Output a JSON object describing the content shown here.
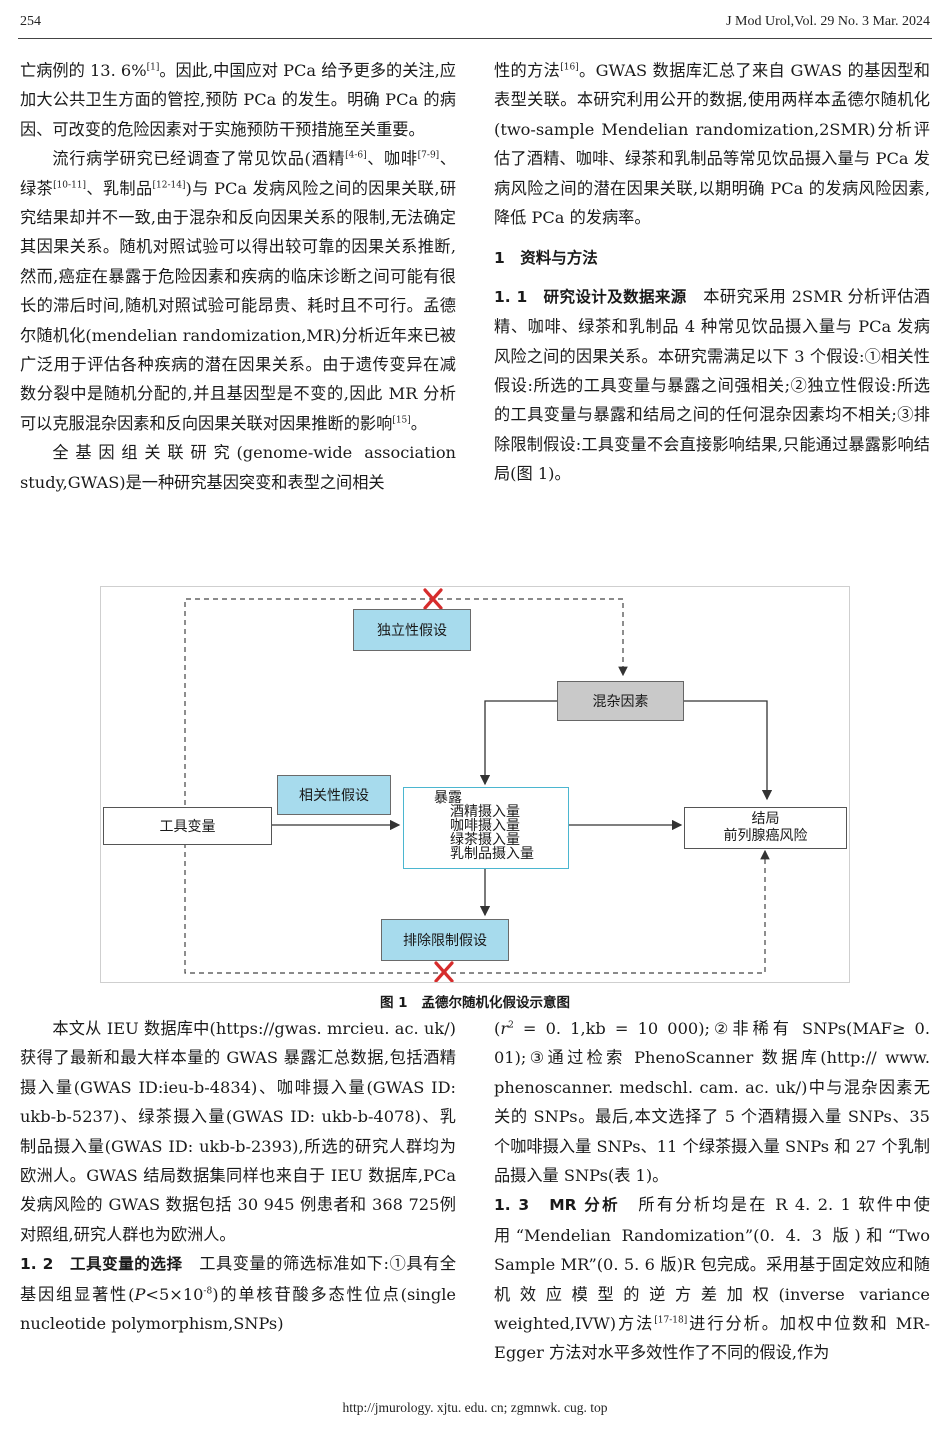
{
  "header": {
    "page_number": "254",
    "journal": "J Mod Urol,Vol. 29 No. 3 Mar. 2024"
  },
  "col1": {
    "p1": "亡病例的 13. 6%",
    "p1_ref": "[1]",
    "p1_b": "。因此,中国应对 PCa 给予更多的关注,应加大公共卫生方面的管控,预防 PCa 的发生。明确 PCa 的病因、可改变的危险因素对于实施预防干预措施至关重要。",
    "p2_a": "流行病学研究已经调查了常见饮品(酒精",
    "p2_r1": "[4-6]",
    "p2_b": "、咖啡",
    "p2_r2": "[7-9]",
    "p2_c": "、绿茶",
    "p2_r3": "[10-11]",
    "p2_d": "、乳制品",
    "p2_r4": "[12-14]",
    "p2_e": ")与 PCa 发病风险之间的因果关联,研究结果却并不一致,由于混杂和反向因果关系的限制,无法确定其因果关系。随机对照试验可以得出较可靠的因果关系推断,然而,癌症在暴露于危险因素和疾病的临床诊断之间可能有很长的滞后时间,随机对照试验可能昂贵、耗时且不可行。孟德尔随机化(mendelian randomization,MR)分析近年来已被广泛用于评估各种疾病的潜在因果关系。由于遗传变异在减数分裂中是随机分配的,并且基因型是不变的,因此 MR 分析可以克服混杂因素和反向因果关联对因果推断的影响",
    "p2_r5": "[15]",
    "p2_f": "。",
    "p3": "全基因组关联研究(genome-wide association study,GWAS)是一种研究基因突变和表型之间相关"
  },
  "col2": {
    "p1_a": "性的方法",
    "p1_ref": "[16]",
    "p1_b": "。GWAS 数据库汇总了来自 GWAS 的基因型和表型关联。本研究利用公开的数据,使用两样本孟德尔随机化(two-sample Mendelian randomization,2SMR)分析评估了酒精、咖啡、绿茶和乳制品等常见饮品摄入量与 PCa 发病风险之间的潜在因果关联,以期明确 PCa 的发病风险因素,降低 PCa 的发病率。",
    "section1": "1　资料与方法",
    "s11_title": "1. 1　研究设计及数据来源",
    "s11_text": "本研究采用 2SMR 分析评估酒精、咖啡、绿茶和乳制品 4 种常见饮品摄入量与 PCa 发病风险之间的因果关系。本研究需满足以下 3 个假设:①相关性假设:所选的工具变量与暴露之间强相关;②独立性假设:所选的工具变量与暴露和结局之间的任何混杂因素均不相关;③排除限制假设:工具变量不会直接影响结果,只能通过暴露影响结局(图 1)。"
  },
  "figure": {
    "independence": "独立性假设",
    "confounder": "混杂因素",
    "relevance": "相关性假设",
    "instrument": "工具变量",
    "exposure_head": "暴露",
    "exposure_items": [
      "酒精摄入量",
      "咖啡摄入量",
      "绿茶摄入量",
      "乳制品摄入量"
    ],
    "outcome_1": "结局",
    "outcome_2": "前列腺癌风险",
    "exclusion": "排除限制假设",
    "caption_num": "图 1",
    "caption_text": "孟德尔随机化假设示意图",
    "colors": {
      "blue_box": "#a7dbed",
      "grey_box": "#c9c9c9",
      "exposure_border": "#4bb6d0",
      "cross": "#d62c2c"
    }
  },
  "col3": {
    "p1": "本文从 IEU 数据库中(https://gwas. mrcieu. ac. uk/)获得了最新和最大样本量的 GWAS 暴露汇总数据,包括酒精摄入量(GWAS ID:ieu-b-4834)、咖啡摄入量(GWAS ID: ukb-b-5237)、绿茶摄入量(GWAS ID: ukb-b-4078)、乳制品摄入量(GWAS ID: ukb-b-2393),所选的研究人群均为欧洲人。GWAS 结局数据集同样也来自于 IEU 数据库,PCa 发病风险的 GWAS 数据包括 30 945 例患者和 368 725例对照组,研究人群也为欧洲人。",
    "s12_title": "1. 2　工具变量的选择",
    "s12_a": "工具变量的筛选标准如下:①具有全基因组显著性(",
    "s12_p": "P",
    "s12_b": "<5×10",
    "s12_exp": "-8",
    "s12_c": ")的单核苷酸多态性位点(single nucleotide polymorphism,SNPs)"
  },
  "col4": {
    "p1_a": "(",
    "p1_r": "r",
    "p1_sup": "2",
    "p1_b": " = 0. 1,kb = 10 000);②非稀有 SNPs(MAF≥ 0. 01);③通过检索 PhenoScanner 数据库(http:// www. phenoscanner. medschl. cam. ac. uk/)中与混杂因素无关的 SNPs。最后,本文选择了 5 个酒精摄入量 SNPs、35 个咖啡摄入量 SNPs、11 个绿茶摄入量 SNPs 和 27 个乳制品摄入量 SNPs(表 1)。",
    "s13_title": "1. 3　MR 分析",
    "s13_a": "所有分析均是在 R 4. 2. 1 软件中使用“Mendelian Randomization”(0. 4. 3 版)和“Two Sample MR”(0. 5. 6 版)R 包完成。采用基于固定效应和随机效应模型的逆方差加权(inverse variance weighted,IVW)方法",
    "s13_ref": "[17-18]",
    "s13_b": "进行分析。加权中位数和 MR-Egger 方法对水平多效性作了不同的假设,作为"
  },
  "footer": "http://jmurology. xjtu. edu. cn; zgmnwk. cug. top"
}
